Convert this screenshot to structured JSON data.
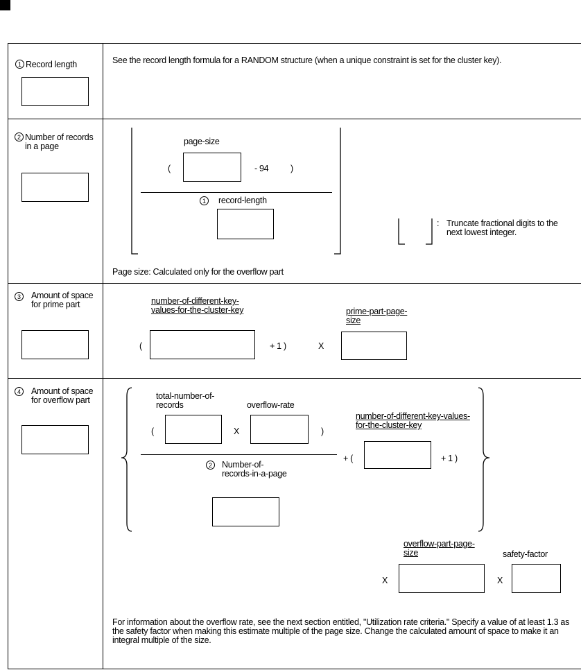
{
  "row1": {
    "num": "1",
    "label": "Record length",
    "desc": "See the record length formula for a RANDOM structure (when a unique constraint is set for the cluster key)."
  },
  "row2": {
    "num": "2",
    "label": "Number of records in a page",
    "numerator_label": "page-size",
    "open_paren": "(",
    "minus_94": "-  94",
    "close_paren": ")",
    "denominator_num": "1",
    "denominator_label": "record-length",
    "truncate_note": "Truncate fractional digits to the next lowest integer.",
    "footnote": "Page size:  Calculated only for the overflow part"
  },
  "row3": {
    "num": "3",
    "label": "Amount of space for prime part",
    "term1": "number-of-different-key-values-for-the-cluster-key",
    "open_paren": "(",
    "plus_one": "+  1  )",
    "times": "X",
    "term2": "prime-part-page-size"
  },
  "row4": {
    "num": "4",
    "label": "Amount of space for overflow part",
    "total_records": "total-number-of-records",
    "overflow_rate": "overflow-rate",
    "open_paren": "(",
    "times": "X",
    "close_paren": ")",
    "denominator_num": "2",
    "denominator_label": "Number-of-records-in-a-page",
    "plus_open": "+  (",
    "distinct_keys": "number-of-different-key-values-for-the-cluster-key",
    "plus_one_close": "+  1   )",
    "overflow_page_size": "overflow-part-page-size",
    "safety_factor": "safety-factor",
    "x1": "X",
    "x2": "X",
    "note": "For information about the overflow rate, see the next section entitled, \"Utilization rate criteria.\"  Specify a value of at least 1.3 as the safety factor when making this estimate multiple of the page size.  Change the calculated amount of space to make it an integral multiple of the size."
  }
}
